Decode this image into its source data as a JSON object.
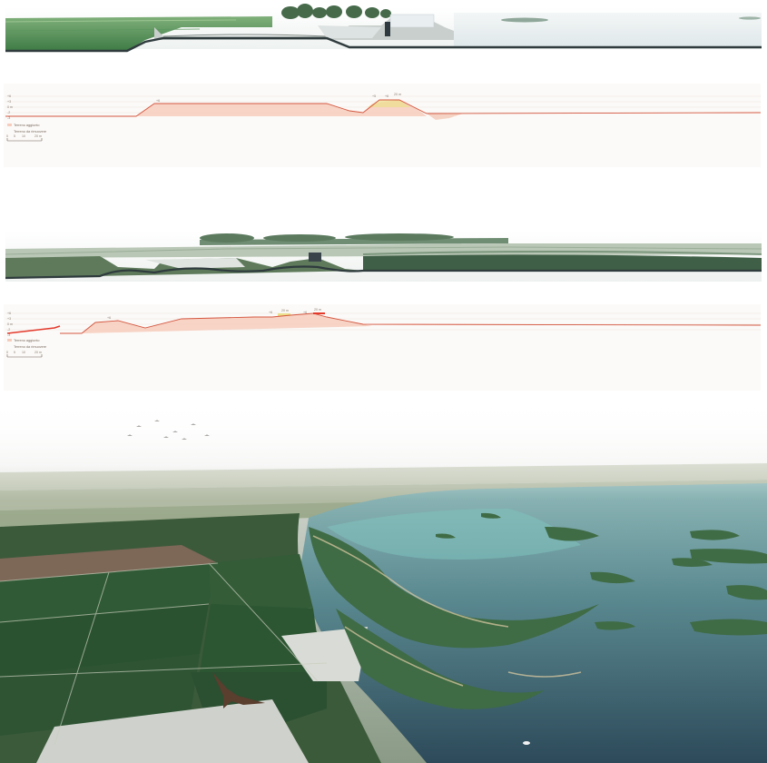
{
  "section_1": {
    "axis_labels": [
      "+6",
      "+3",
      "0 m",
      "-2",
      "-3"
    ],
    "callouts": [
      "+6",
      "+5",
      "+6",
      "20 m"
    ],
    "legend": {
      "swatch_label": "Terreno aggiunto",
      "scale_title": "Terreno da rimuovere",
      "scale_ticks": [
        "0",
        "5",
        "10",
        "20 m"
      ]
    }
  },
  "section_2": {
    "axis_labels": [
      "+6",
      "+3",
      "0 m",
      "-2",
      "-3"
    ],
    "callouts": [
      "+6",
      "+6",
      "20 m",
      "+6",
      "20 m"
    ],
    "legend": {
      "swatch_label": "Terreno aggiunto",
      "scale_title": "Terreno da rimuovere",
      "scale_ticks": [
        "0",
        "5",
        "10",
        "20 m"
      ]
    }
  },
  "colors": {
    "profile_fill": "#f6cdbd",
    "profile_line": "#d4563f",
    "water_line": "#e33a2c",
    "yellow_marker": "#e6c63a",
    "field_green": "#2f5a35",
    "water_blue": "#3f6373"
  }
}
